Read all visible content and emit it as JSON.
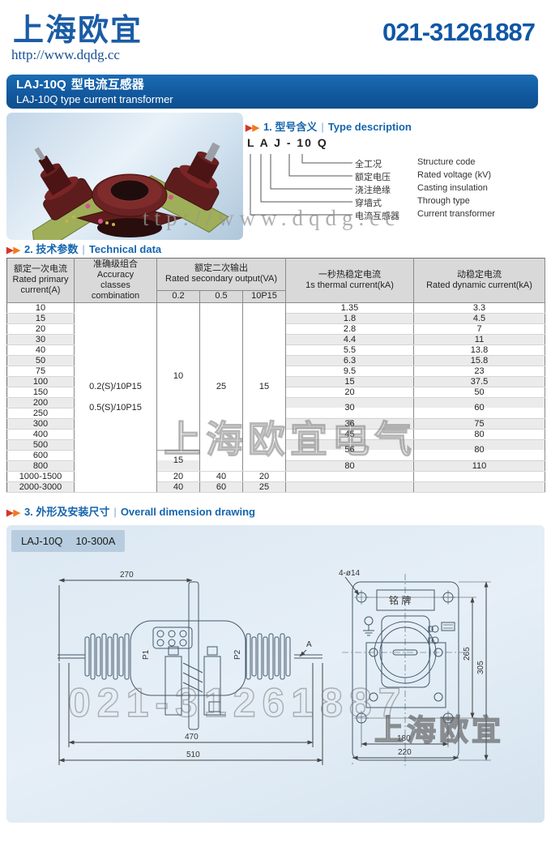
{
  "header": {
    "logo": "上海欧宜",
    "url": "http://www.dqdg.cc",
    "phone": "021-31261887"
  },
  "title_bar": {
    "model": "LAJ-10Q",
    "zh_suffix": "型电流互感器",
    "en": "LAJ-10Q type current transformer"
  },
  "sections": {
    "s1": {
      "num": "1.",
      "zh": "型号含义",
      "en": "Type description"
    },
    "s2": {
      "num": "2.",
      "zh": "技术参数",
      "en": "Technical data"
    },
    "s3": {
      "num": "3.",
      "zh": "外形及安装尺寸",
      "en": "Overall dimension drawing"
    }
  },
  "type_code": {
    "code": "L A J - 10 Q",
    "legend": [
      {
        "zh": "全工况",
        "en": "Structure code"
      },
      {
        "zh": "额定电压",
        "en": "Rated voltage (kV)"
      },
      {
        "zh": "浇注绝缘",
        "en": "Casting insulation"
      },
      {
        "zh": "穿墙式",
        "en": "Through type"
      },
      {
        "zh": "电流互感器",
        "en": "Current transformer"
      }
    ]
  },
  "table": {
    "h_primary": [
      "额定一次电流",
      "Rated primary",
      "current(A)"
    ],
    "h_accuracy": [
      "准确级组合",
      "Accuracy",
      "classes",
      "combination"
    ],
    "h_secondary_zh": "额定二次输出",
    "h_secondary_en": "Rated secondary output(VA)",
    "sub_cols": [
      "0.2",
      "0.5",
      "10P15"
    ],
    "h_thermal_zh": "一秒热稳定电流",
    "h_thermal_en": "1s thermal current(kA)",
    "h_dynamic_zh": "动稳定电流",
    "h_dynamic_en": "Rated dynamic current(kA)",
    "accuracy_lines": [
      "0.2(S)/10P15",
      "0.5(S)/10P15"
    ],
    "merged": {
      "out02_a": "10",
      "out02_b": "15",
      "out05": "25",
      "out10p15": "15"
    },
    "rows": [
      {
        "primary": "10",
        "thermal": "1.35",
        "dynamic": "3.3"
      },
      {
        "primary": "15",
        "thermal": "1.8",
        "dynamic": "4.5"
      },
      {
        "primary": "20",
        "thermal": "2.8",
        "dynamic": "7"
      },
      {
        "primary": "30",
        "thermal": "4.4",
        "dynamic": "11"
      },
      {
        "primary": "40",
        "thermal": "5.5",
        "dynamic": "13.8"
      },
      {
        "primary": "50",
        "thermal": "6.3",
        "dynamic": "15.8"
      },
      {
        "primary": "75",
        "thermal": "9.5",
        "dynamic": "23"
      },
      {
        "primary": "100",
        "thermal": "15",
        "dynamic": "37.5"
      },
      {
        "primary": "150",
        "thermal": "20",
        "dynamic": "50"
      },
      {
        "primary": "200",
        "thermal": "30",
        "dynamic": "60"
      },
      {
        "primary": "250"
      },
      {
        "primary": "300",
        "thermal": "36",
        "dynamic": "75"
      },
      {
        "primary": "400",
        "thermal": "45",
        "dynamic": "80"
      },
      {
        "primary": "500",
        "thermal": "56",
        "dynamic": "80"
      },
      {
        "primary": "600"
      },
      {
        "primary": "800",
        "thermal": "80",
        "dynamic": "110"
      },
      {
        "primary": "1000-1500",
        "out02": "20",
        "out05": "40",
        "out10p15": "20"
      },
      {
        "primary": "2000-3000",
        "out02": "40",
        "out05": "60",
        "out10p15": "25"
      }
    ]
  },
  "drawing": {
    "chip_model": "LAJ-10Q",
    "chip_range": "10-300A",
    "left": {
      "dim_top": "270",
      "dim_mid": "470",
      "dim_bottom": "510",
      "p1": "P1",
      "p2": "P2",
      "a": "A"
    },
    "right": {
      "holes": "4-ø14",
      "nameplate": "铭 牌",
      "dim_v1": "265",
      "dim_v2": "305",
      "dim_h1": "180",
      "dim_h2": "220"
    }
  },
  "watermarks": {
    "photo": "ttp://www.dqdg.cc",
    "table": "上海欧宜电气",
    "phone": "021-31261887",
    "logo": "上海欧宜"
  }
}
